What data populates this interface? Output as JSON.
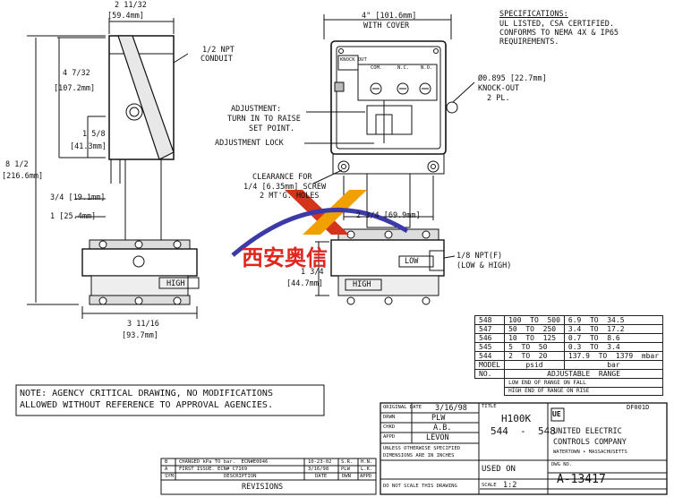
{
  "left_view": {
    "top_dim_frac": "2 11/32",
    "top_dim_mm": "[59.4mm]",
    "height_total_frac": "8 1/2",
    "height_total_mm": "[216.6mm]",
    "height_upper_frac": "4 7/32",
    "height_upper_mm": "[107.2mm]",
    "height_mid_frac": "1 5/8",
    "height_mid_mm": "[41.3mm]",
    "dim_three_quarter": "3/4 [19.1mm]",
    "dim_one_inch": "1 [25.4mm]",
    "conduit": "1/2 NPT",
    "conduit_word": "CONDUIT",
    "bottom_dim_frac": "3 11/16",
    "bottom_dim_mm": "[93.7mm]",
    "high_label": "HIGH"
  },
  "front_view": {
    "width_dim": "4\" [101.6mm]",
    "with_cover": "WITH COVER",
    "adjustment_1": "ADJUSTMENT:",
    "adjustment_2": "TURN IN TO RAISE",
    "adjustment_3": "SET POINT.",
    "adjustment_lock": "ADJUSTMENT LOCK",
    "clearance_1": "CLEARANCE FOR",
    "clearance_2": "1/4 [6.35mm] SCREW",
    "clearance_3": "2 MT'G. HOLES",
    "knockout_1": "Ø0.895 [22.7mm]",
    "knockout_2": "KNOCK-OUT",
    "knockout_3": "2 PL.",
    "center_dim": "2 3/4 [69.9mm]",
    "npt_1": "1/8 NPT(F)",
    "npt_2": "(LOW & HIGH)",
    "depth_frac": "1 3/4",
    "depth_mm": "[44.7mm]",
    "low_label": "LOW",
    "high_label": "HIGH",
    "knock_out_label": "KNOCK OUT",
    "term_com": "COM.",
    "term_nc": "N.C.",
    "term_no": "N.O."
  },
  "specifications": {
    "title": "SPECIFICATIONS:",
    "line1": "UL LISTED, CSA CERTIFIED.",
    "line2": "CONFORMS TO NEMA 4X & IP65",
    "line3": "REQUIREMENTS."
  },
  "watermark": {
    "text": "西安奥信",
    "color": "#e0261f",
    "accent": "#f0a000",
    "accent2": "#3b3aa8"
  },
  "range_table": {
    "rows": [
      [
        "548",
        "100  TO  500",
        "6.9  TO  34.5"
      ],
      [
        "547",
        "50  TO  250",
        "3.4  TO  17.2"
      ],
      [
        "546",
        "10  TO  125",
        "0.7  TO  8.6"
      ],
      [
        "545",
        "5  TO  50",
        "0.3  TO  3.4"
      ],
      [
        "544",
        "2  TO  20",
        "137.9  TO  1379  mbar"
      ]
    ],
    "model_label": "MODEL",
    "no_label": "NO.",
    "psid_label": "psid",
    "bar_label": "bar",
    "adjustable_range": "ADJUSTABLE  RANGE",
    "note1": "LOW END OF RANGE ON FALL",
    "note2": "HIGH END OF RANGE ON RISE"
  },
  "note": {
    "line1": "NOTE: AGENCY CRITICAL DRAWING, NO MODIFICATIONS",
    "line2": "ALLOWED WITHOUT REFERENCE TO APPROVAL AGENCIES."
  },
  "title_block": {
    "original_date_label": "ORIGINAL DATE",
    "original_date": "3/16/98",
    "drwn_label": "DRWN",
    "drwn": "PLW",
    "chkd_label": "CHKD",
    "chkd": "A.B.",
    "appd_label": "APPD",
    "appd": "LEVON",
    "unless_1": "UNLESS OTHERWISE SPECIFIED",
    "unless_2": "DIMENSIONS ARE IN INCHES",
    "title_label": "TITLE",
    "title_1": "H100K",
    "title_2": "544  -  548",
    "used_on": "USED ON",
    "scale_label": "SCALE",
    "scale": "1:2",
    "do_not_scale": "DO NOT SCALE THIS DRAWING",
    "logo": "UE",
    "company_1": "UNITED ELECTRIC",
    "company_2": "CONTROLS COMPANY",
    "company_3": "WATERTOWN • MASSACHUSETTS",
    "file_code": "DF001D",
    "dwg_no_label": "DWG NO.",
    "dwg_no": "A-13417"
  },
  "revisions": {
    "rows": [
      [
        "B",
        "CHANGED kPa TO bar.  ECN#E0046",
        "10-23-02",
        "S.R.",
        "H.N."
      ],
      [
        "A",
        "FIRST ISSUE. ECN# C7169",
        "3/16/98",
        "PLW",
        "L.K."
      ]
    ],
    "head": [
      "SYM",
      "DESCRIPTION",
      "DATE",
      "DWN",
      "APPD"
    ],
    "title": "REVISIONS"
  }
}
